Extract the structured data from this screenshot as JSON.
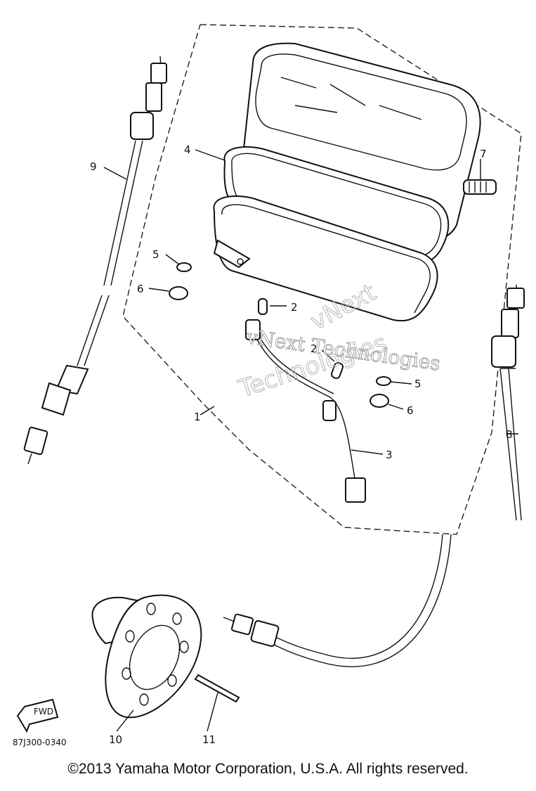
{
  "callouts": {
    "c1": "1",
    "c2a": "2",
    "c2b": "2",
    "c3": "3",
    "c4": "4",
    "c5a": "5",
    "c5b": "5",
    "c6a": "6",
    "c6b": "6",
    "c7": "7",
    "c8": "8",
    "c9": "9",
    "c10": "10",
    "c11": "11"
  },
  "fwd_label": "FWD",
  "diagram_code": "87J300-0340",
  "watermark": {
    "line1": "vNext Technologies",
    "line2": "vNext",
    "line3": "Technologies"
  },
  "copyright": "©2013 Yamaha Motor Corporation, U.S.A. All rights reserved."
}
